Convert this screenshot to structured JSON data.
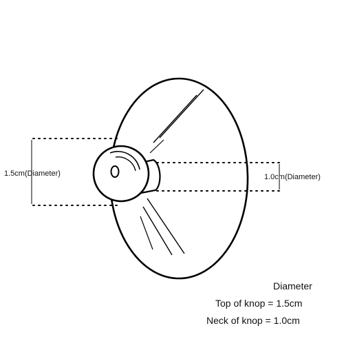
{
  "diagram": {
    "labels": {
      "top_diameter": "1.5cm(Diameter)",
      "neck_diameter": "1.0cm(Diameter)"
    },
    "legend": {
      "heading": "Diameter",
      "line1": "Top of knop = 1.5cm",
      "line2": "Neck of knop = 1.0cm"
    }
  },
  "colors": {
    "stroke": "#000000",
    "text": "#111111",
    "background": "#ffffff"
  }
}
